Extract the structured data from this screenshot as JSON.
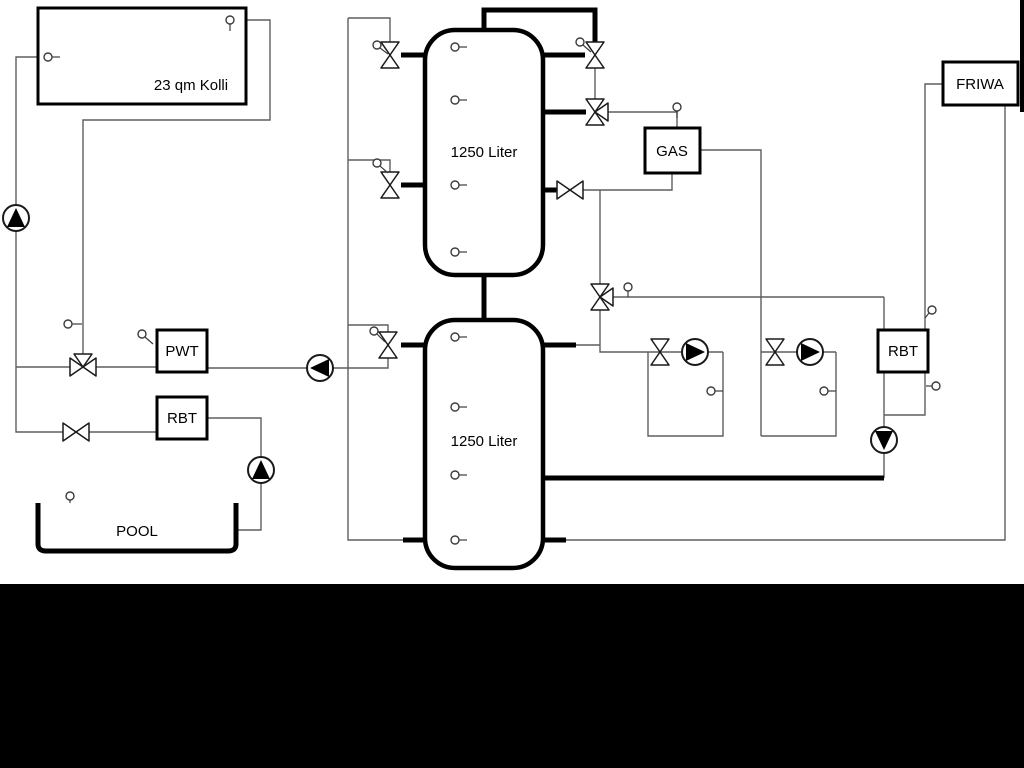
{
  "labels": {
    "collector": "23 qm Kolli",
    "tank_top": "1250 Liter",
    "tank_bottom": "1250 Liter",
    "pwt": "PWT",
    "rbt_left": "RBT",
    "rbt_right": "RBT",
    "gas": "GAS",
    "friwa": "FRIWA",
    "pool": "POOL"
  },
  "colors": {
    "background": "#ffffff",
    "line_thin": "#5f5f5f",
    "line_thick": "#000000",
    "component_stroke": "#000000",
    "letterbox": "#000000"
  }
}
